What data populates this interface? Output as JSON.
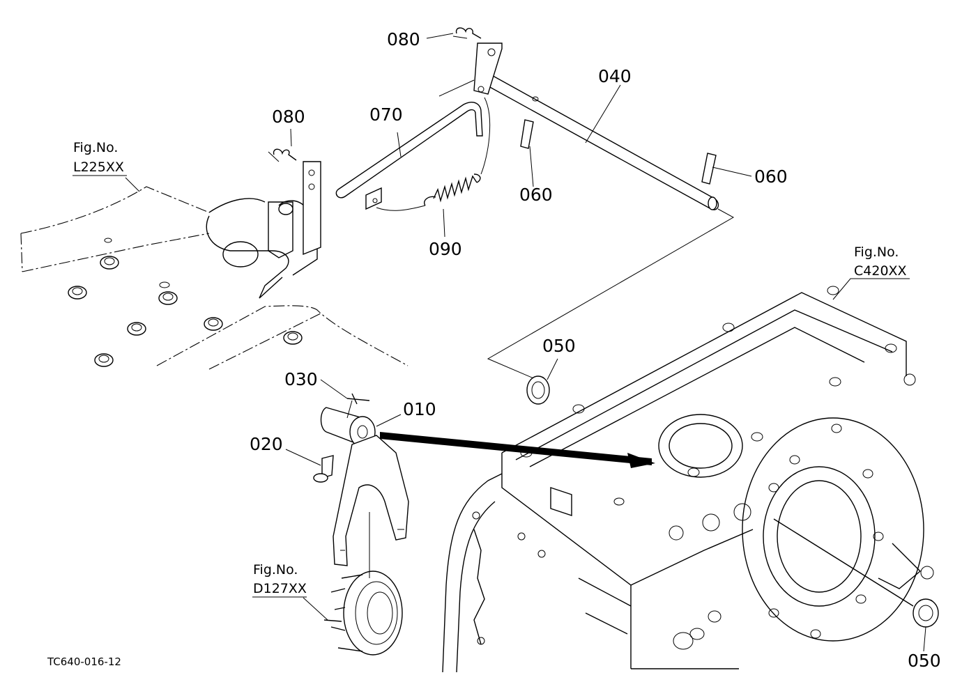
{
  "drawing_code": "TC640-016-12",
  "part_labels": {
    "p010": "010",
    "p020": "020",
    "p030": "030",
    "p040": "040",
    "p050_upper": "050",
    "p050_lower": "050",
    "p060_left": "060",
    "p060_right": "060",
    "p070": "070",
    "p080_top": "080",
    "p080_left": "080",
    "p090": "090"
  },
  "figure_refs": {
    "left": {
      "line1": "Fig.No.",
      "line2": "L225XX"
    },
    "right": {
      "line1": "Fig.No.",
      "line2": "C420XX"
    },
    "bottom": {
      "line1": "Fig.No.",
      "line2": "D127XX"
    }
  }
}
